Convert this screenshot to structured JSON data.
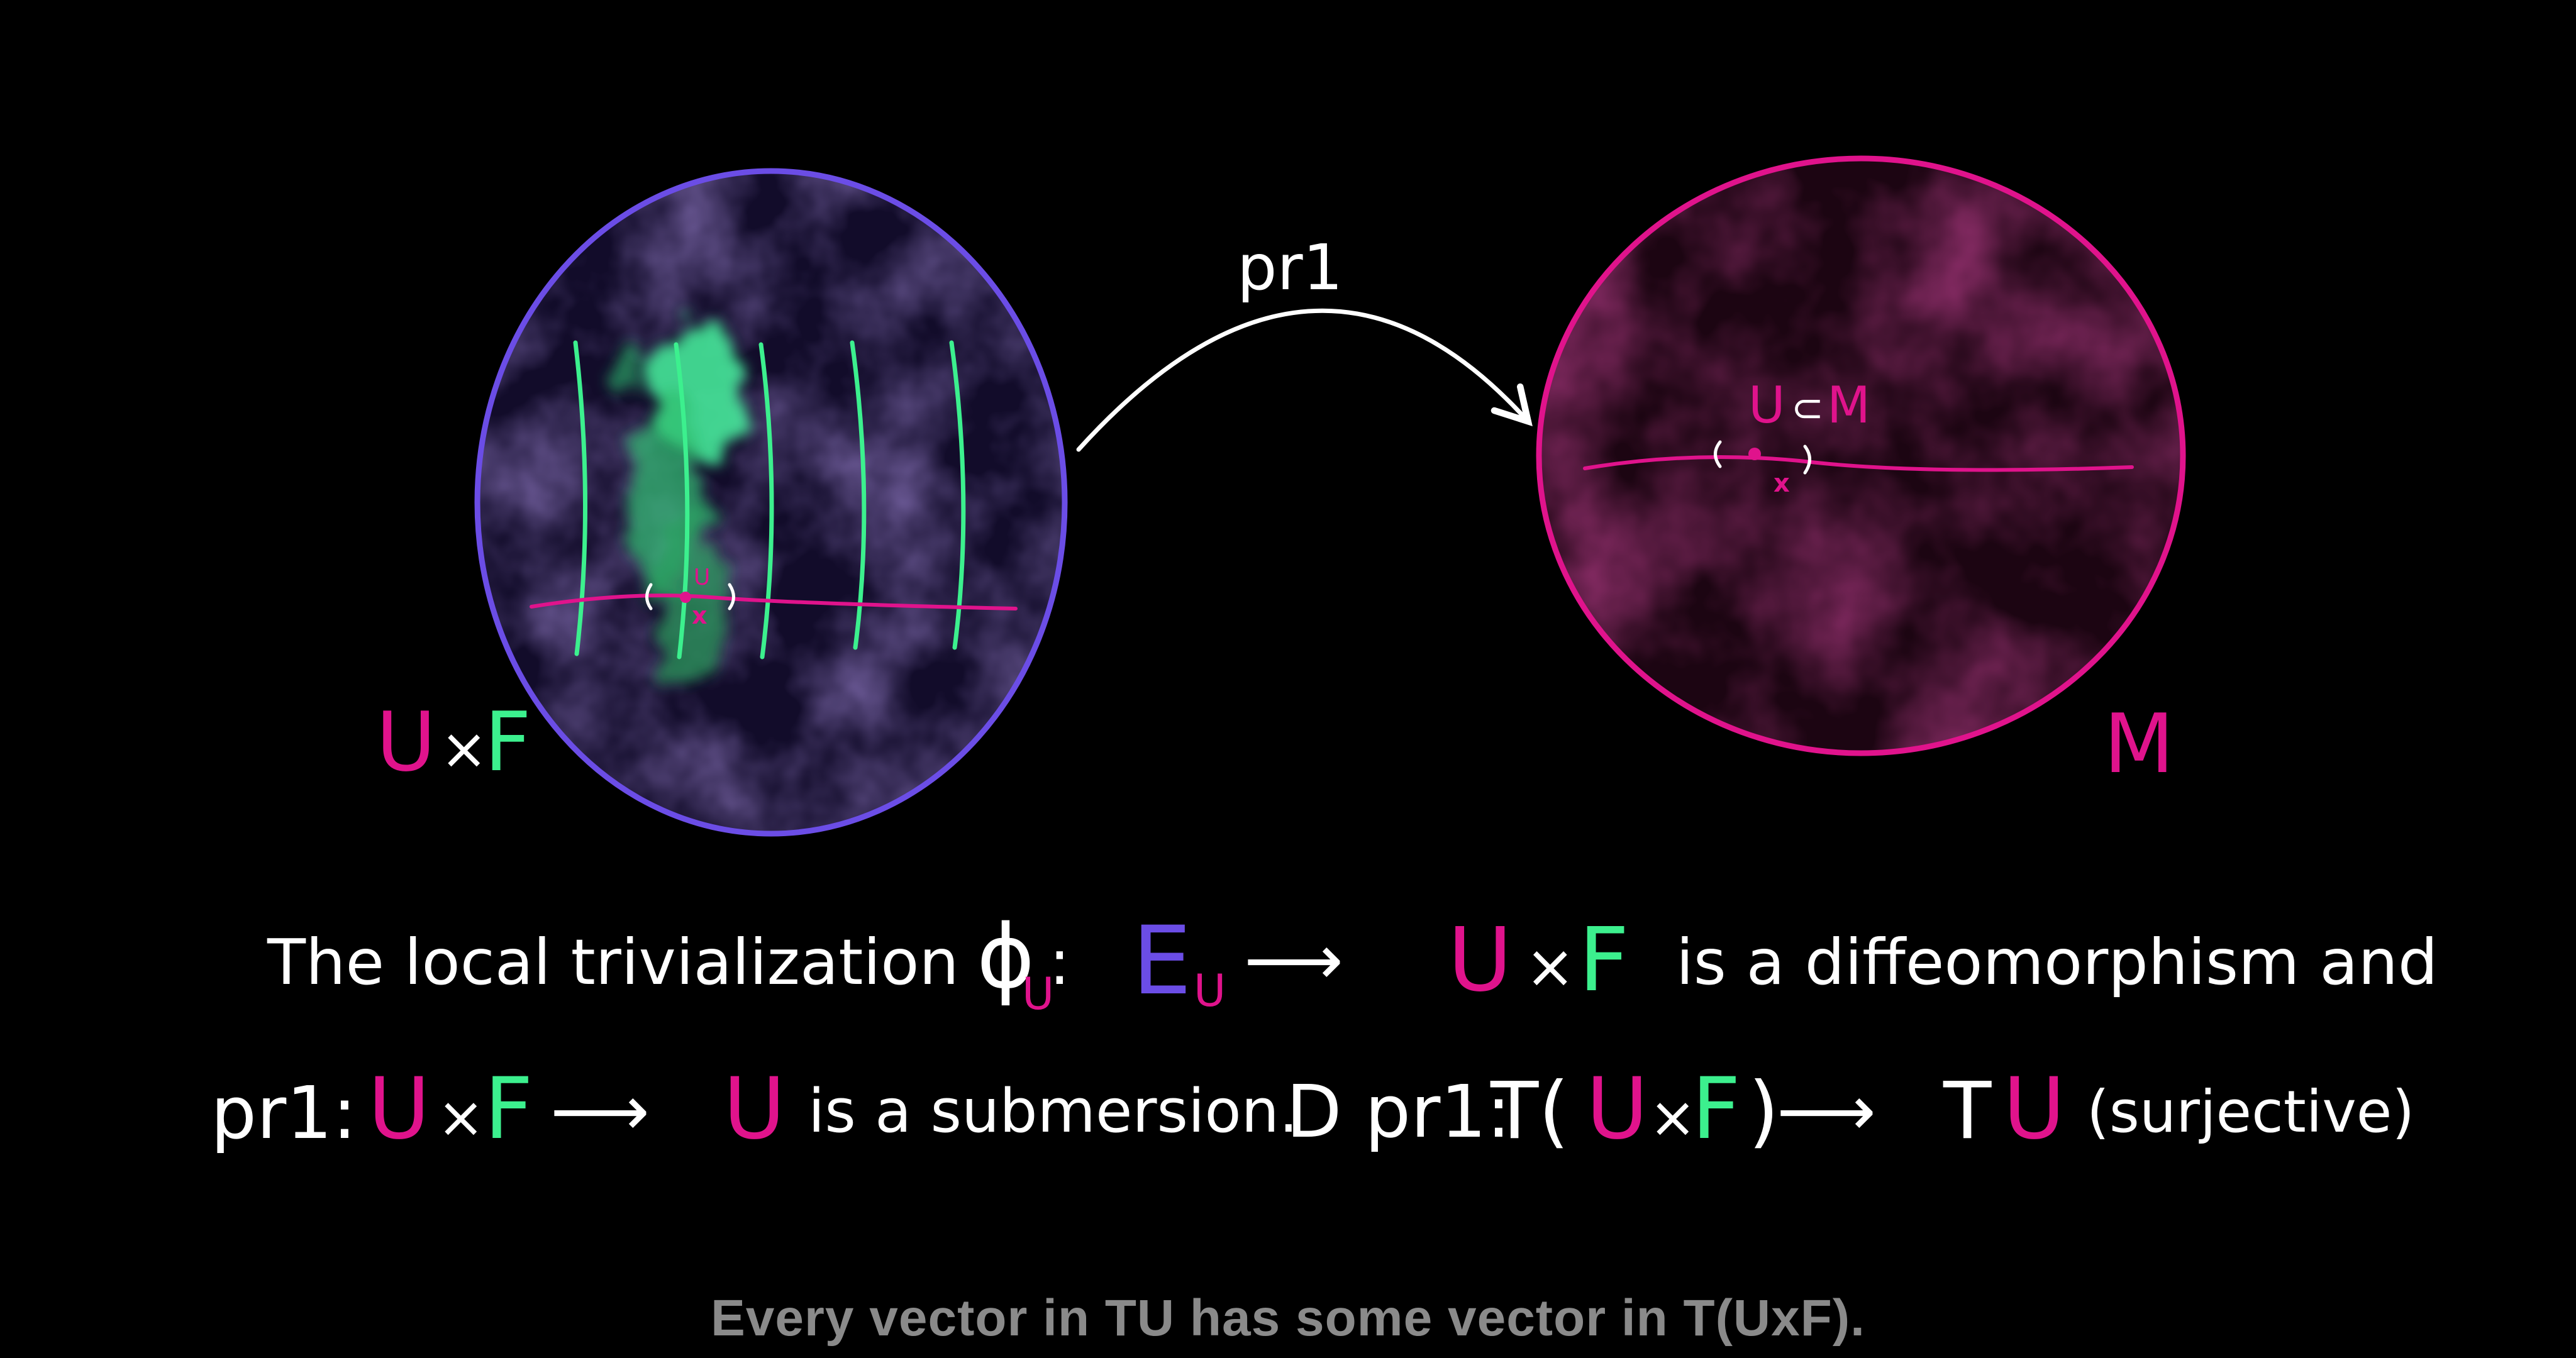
{
  "colors": {
    "background": "#000000",
    "total_space": "#6b4de6",
    "base_space": "#e0138c",
    "fiber": "#3cf08e",
    "text": "#ffffff",
    "subtitle": "#8a8a8a"
  },
  "arrow_label": "pr1",
  "left_disk": {
    "label_u": "U",
    "label_times": "×",
    "label_f": "F",
    "point_label": "x",
    "nbhd_label": "U"
  },
  "right_disk": {
    "label": "M",
    "subset_u": "U",
    "subset_symbol": "⊂",
    "subset_m": "M",
    "point_label": "x"
  },
  "line1": {
    "text_a": "The local trivialization",
    "phi": "ϕ",
    "phi_sub": "U",
    "colon": ":",
    "E": "E",
    "E_sub": "U",
    "arrow": "⟶",
    "U": "U",
    "times": "×",
    "F": "F",
    "text_b": "is a diffeomorphism and"
  },
  "line2": {
    "pr1": "pr1:",
    "U1": "U",
    "times1": "×",
    "F1": "F",
    "arrow1": "⟶",
    "U2": "U",
    "text_a": "is a submersion.",
    "dpr1": "D pr1:",
    "T_open": "T(",
    "U3": "U",
    "times2": "×",
    "F2": "F",
    "T_close": ")",
    "arrow2": "⟶",
    "T2": "T",
    "U4": "U",
    "paren": "(surjective)"
  },
  "subtitle": "Every vector in TU has some vector in T(UxF)."
}
